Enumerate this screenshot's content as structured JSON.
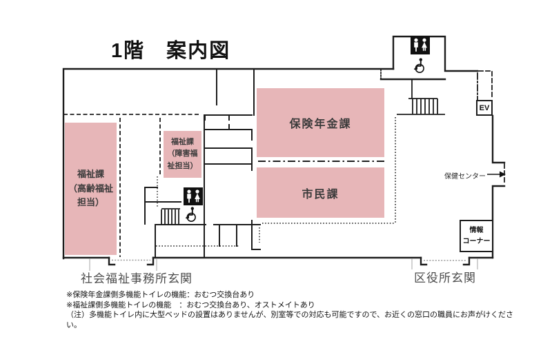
{
  "title": "1階　案内図",
  "rooms": {
    "hoken_nenkin": {
      "label": "保険年金課"
    },
    "shimin": {
      "label": "市民課"
    },
    "fukushi_korei": {
      "label": "福祉課\n（高齢福祉\n担当）"
    },
    "fukushi_shogai": {
      "label": "福祉課\n（障害福\n祉担当）"
    }
  },
  "facilities": {
    "elevator": {
      "label": "EV"
    },
    "info_corner": {
      "label": "情報\nコーナー"
    },
    "health_center": {
      "label": "保健センター"
    }
  },
  "entrances": {
    "welfare_office": {
      "label": "社会福祉事務所玄関"
    },
    "ward_office": {
      "label": "区役所玄関"
    }
  },
  "icons": {
    "restroom": "male-female-restroom-pictogram",
    "wheelchair": "wheelchair-accessible-pictogram",
    "stairs": "stairs-symbol",
    "arrow": "right-arrow-to-health-center"
  },
  "notes": [
    "※保険年金課側多機能トイレの機能：おむつ交換台あり",
    "※福祉課側多機能トイレの機能　：おむつ交換台あり、オストメイトあり",
    "（注）多機能トイレ内に大型ベッドの設置はありませんが、別室等での対応も可能ですので、お近くの窓口の職員にお声がけください。"
  ],
  "colors": {
    "room_fill": "#e7b6b8",
    "wall": "#1c1c1c",
    "entrance_label": "#4d4d4d"
  }
}
